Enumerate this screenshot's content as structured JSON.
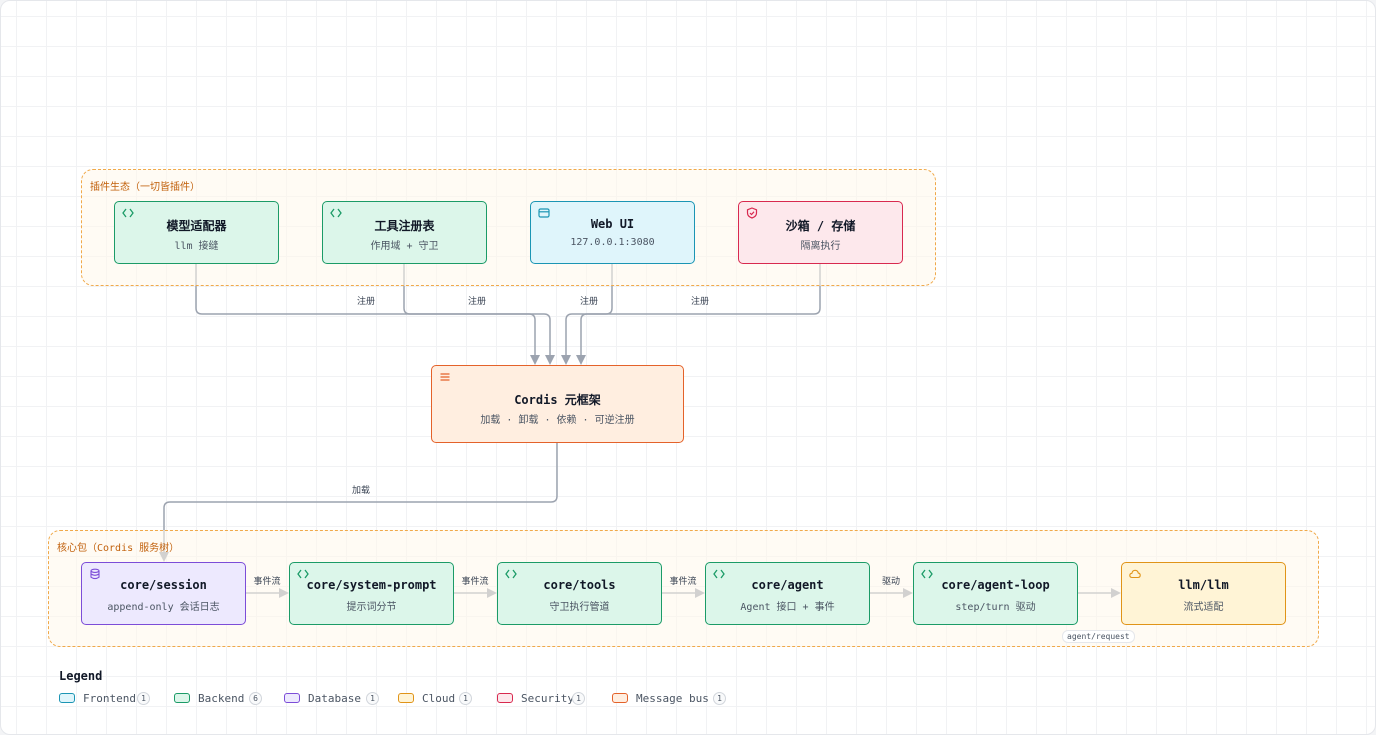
{
  "groups": {
    "plugins": "插件生态（一切皆插件）",
    "core": "核心包（Cordis 服务树）"
  },
  "nodes": {
    "model_adapter": {
      "title": "模型适配器",
      "sub": "llm 接缝",
      "kind": "backend",
      "icon": "code-icon"
    },
    "tool_registry": {
      "title": "工具注册表",
      "sub": "作用域 + 守卫",
      "kind": "backend",
      "icon": "code-icon"
    },
    "web_ui": {
      "title": "Web UI",
      "sub": "127.0.0.1:3080",
      "kind": "frontend",
      "icon": "browser-window-icon"
    },
    "sandbox_storage": {
      "title": "沙箱 / 存储",
      "sub": "隔离执行",
      "kind": "security",
      "icon": "shield-icon"
    },
    "cordis": {
      "title": "Cordis 元框架",
      "sub": "加载 · 卸载 · 依赖 · 可逆注册",
      "kind": "bus",
      "icon": "menu-lines-icon"
    },
    "core_session": {
      "title": "core/session",
      "sub": "append-only 会话日志",
      "kind": "database",
      "icon": "database-icon"
    },
    "core_system_prompt": {
      "title": "core/system-prompt",
      "sub": "提示词分节",
      "kind": "backend",
      "icon": "code-icon"
    },
    "core_tools": {
      "title": "core/tools",
      "sub": "守卫执行管道",
      "kind": "backend",
      "icon": "code-icon"
    },
    "core_agent": {
      "title": "core/agent",
      "sub": "Agent 接口 + 事件",
      "kind": "backend",
      "icon": "code-icon"
    },
    "core_agent_loop": {
      "title": "core/agent-loop",
      "sub": "step/turn 驱动",
      "kind": "backend",
      "icon": "code-icon"
    },
    "llm_llm": {
      "title": "llm/llm",
      "sub": "流式适配",
      "kind": "cloud",
      "icon": "cloud-icon"
    }
  },
  "edges": {
    "register_1": "注册",
    "register_2": "注册",
    "register_3": "注册",
    "register_4": "注册",
    "load": "加载",
    "event_stream_1": "事件流",
    "event_stream_2": "事件流",
    "event_stream_3": "事件流",
    "drive": "驱动",
    "agent_request": "agent/request"
  },
  "legend": {
    "title": "Legend",
    "items": [
      {
        "label": "Frontend",
        "count": "1",
        "color": "#1b95b4",
        "fill": "#dff5fb"
      },
      {
        "label": "Backend",
        "count": "6",
        "color": "#1b9b67",
        "fill": "#dcf6ea"
      },
      {
        "label": "Database",
        "count": "1",
        "color": "#7c4dd8",
        "fill": "#ede9fe"
      },
      {
        "label": "Cloud",
        "count": "1",
        "color": "#e09418",
        "fill": "#fff4d6"
      },
      {
        "label": "Security",
        "count": "1",
        "color": "#d8294f",
        "fill": "#fde8ec"
      },
      {
        "label": "Message bus",
        "count": "1",
        "color": "#e4622a",
        "fill": "#ffeee0"
      }
    ]
  },
  "colors": {
    "edge": "#9ca3af",
    "group_border": "#f0a94a",
    "group_title": "#c2610c"
  }
}
